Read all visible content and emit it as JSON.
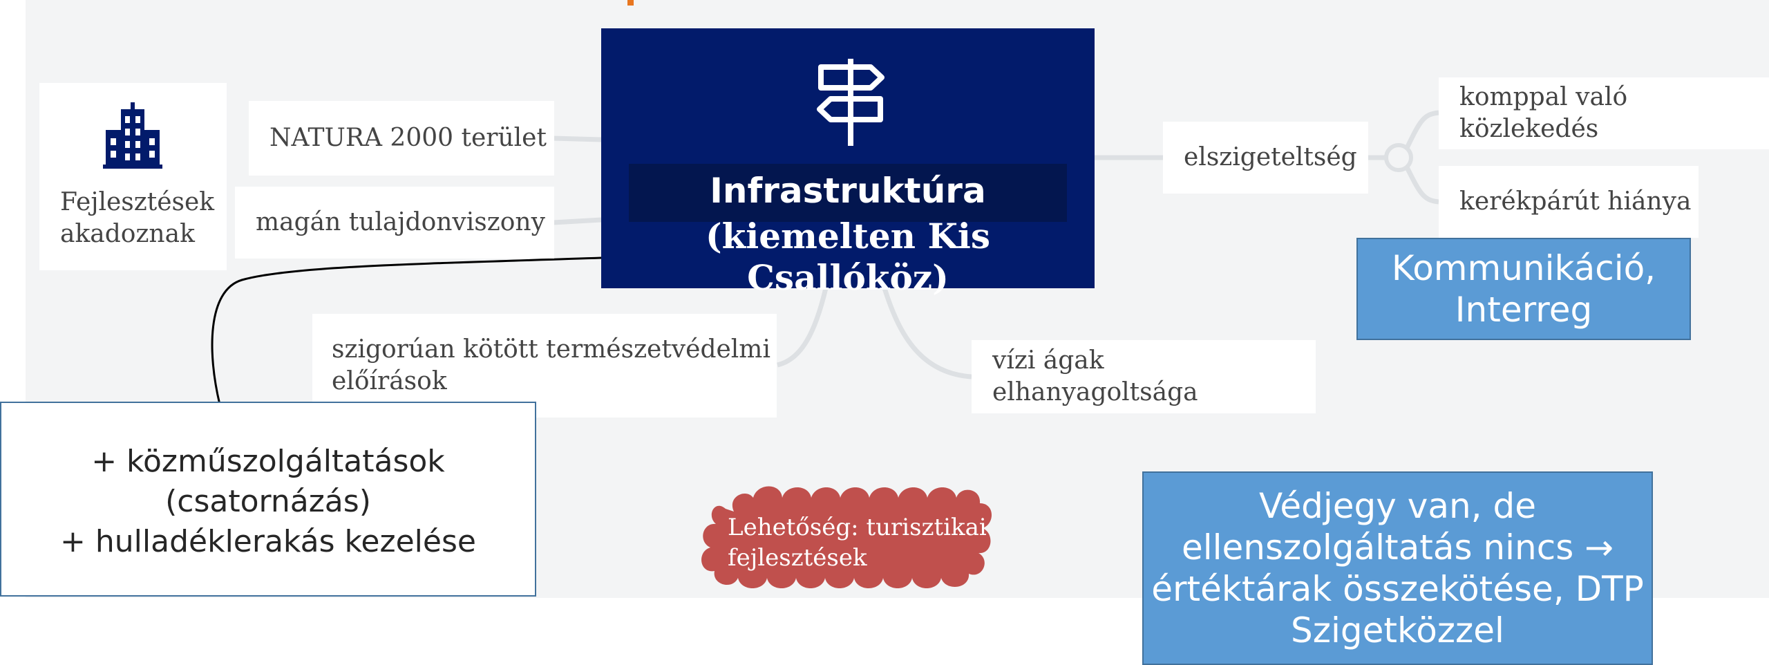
{
  "center": {
    "line1": "Infrastruktúra",
    "line2": "(kiemelten Kis Csallóköz)",
    "icon": "signpost-icon"
  },
  "developments": {
    "icon": "building-icon",
    "label_line1": "Fejlesztések",
    "label_line2": "akadoznak"
  },
  "branches": {
    "natura": "NATURA 2000 terület",
    "ownership": "magán tulajdonviszony",
    "nature_line1": "szigorúan kötött természetvédelmi",
    "nature_line2": "előírások",
    "water": "vízi ágak elhanyagoltsága",
    "isolation": "elszigeteltség",
    "ferry": "komppal való közlekedés",
    "bikepath": "kerékpárút hiánya"
  },
  "callouts": {
    "communication_line1": "Kommunikáció,",
    "communication_line2": "Interreg",
    "utilities_line1": "+ közműszolgáltatások",
    "utilities_line2": "(csatornázás)",
    "utilities_line3": "+ hulladéklerakás kezelése",
    "opportunity_line1": "Lehetőség: turisztikai",
    "opportunity_line2": "fejlesztések",
    "trademark_line1": "Védjegy van, de",
    "trademark_line2": "ellenszolgáltatás nincs →",
    "trademark_line3": "értéktárak összekötése, DTP",
    "trademark_line4": "Szigetközzel"
  },
  "colors": {
    "center_bg": "#021b6b",
    "callout_blue": "#5b9bd5",
    "cloud_red": "#c0504d",
    "connector_gray": "#dde0e3"
  }
}
